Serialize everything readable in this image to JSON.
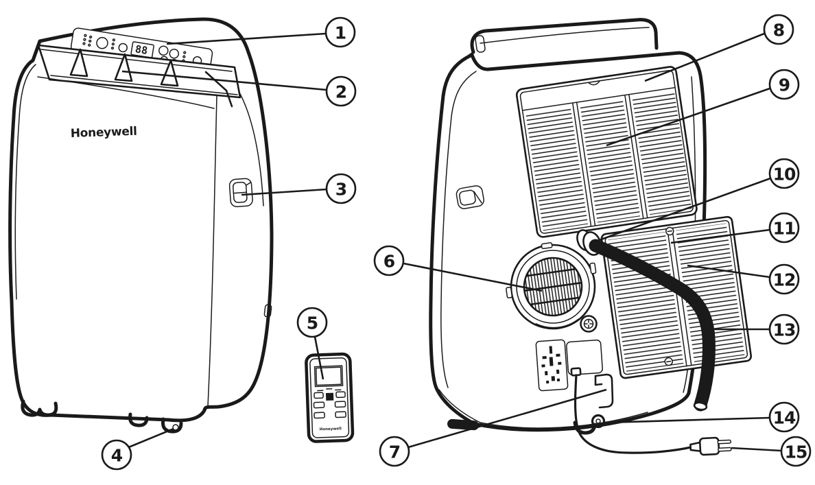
{
  "front_view": {
    "brand_logo": "Honeywell",
    "display_value": "88"
  },
  "remote_control": {
    "brand_logo": "Honeywell"
  },
  "callouts": [
    {
      "number": "1"
    },
    {
      "number": "2"
    },
    {
      "number": "3"
    },
    {
      "number": "4"
    },
    {
      "number": "5"
    },
    {
      "number": "6"
    },
    {
      "number": "7"
    },
    {
      "number": "8"
    },
    {
      "number": "9"
    },
    {
      "number": "10"
    },
    {
      "number": "11"
    },
    {
      "number": "12"
    },
    {
      "number": "13"
    },
    {
      "number": "14"
    },
    {
      "number": "15"
    }
  ],
  "colors": {
    "line_color": "#1a1a1a",
    "background": "#ffffff"
  }
}
